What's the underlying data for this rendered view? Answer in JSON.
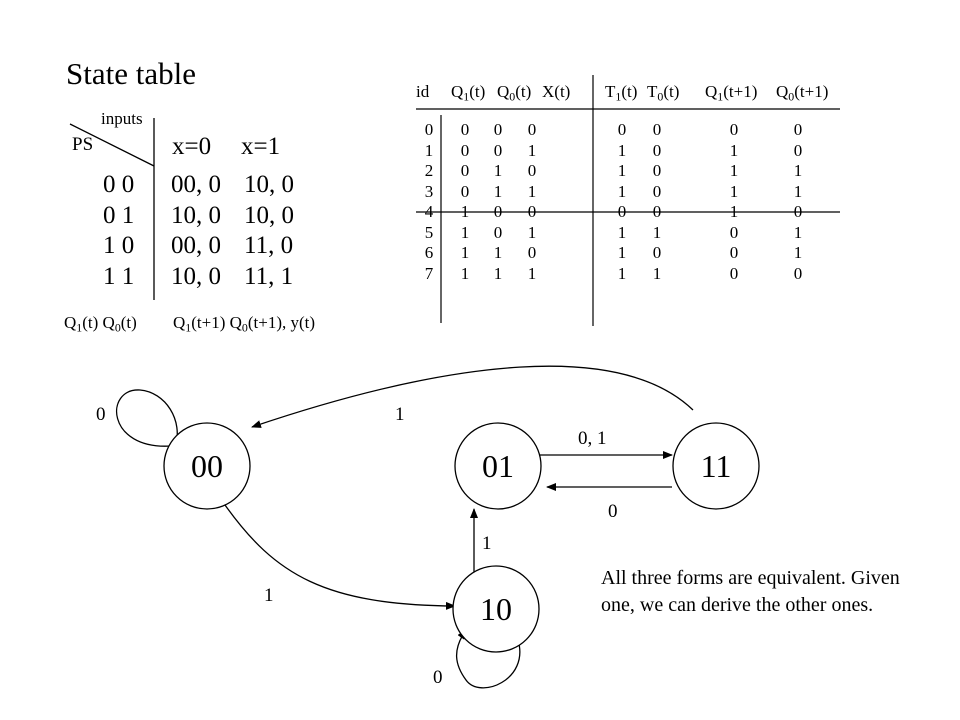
{
  "title": "State table",
  "state_table": {
    "corner_inputs": "inputs",
    "corner_ps": "PS",
    "col_headers": [
      "x=0",
      "x=1"
    ],
    "rows": [
      {
        "ps": "0 0",
        "x0": "00, 0",
        "x1": "10, 0"
      },
      {
        "ps": "0 1",
        "x0": "10, 0",
        "x1": "10, 0"
      },
      {
        "ps": "1 0",
        "x0": "00, 0",
        "x1": "11, 0"
      },
      {
        "ps": "1 1",
        "x0": "10, 0",
        "x1": "11, 1"
      }
    ],
    "legend_left": {
      "a": "Q",
      "a_sub": "1",
      "b": "(t) Q",
      "b_sub": "0",
      "c": "(t)"
    },
    "legend_right": {
      "a": "Q",
      "a_sub": "1",
      "b": "(t+1) Q",
      "b_sub": "0",
      "c": "(t+1), y(t)"
    }
  },
  "truth_table": {
    "headers": {
      "id": "id",
      "q1": {
        "main": "Q",
        "sub": "1",
        "rest": "(t)"
      },
      "q0": {
        "main": "Q",
        "sub": "0",
        "rest": "(t)"
      },
      "x": "X(t)",
      "t1": {
        "main": "T",
        "sub": "1",
        "rest": "(t)"
      },
      "t0": {
        "main": "T",
        "sub": "0",
        "rest": "(t)"
      },
      "nq1": {
        "main": "Q",
        "sub": "1",
        "rest": "(t+1)"
      },
      "nq0": {
        "main": "Q",
        "sub": "0",
        "rest": "(t+1)"
      }
    },
    "rows": [
      [
        "0",
        "0",
        "0",
        "0",
        "0",
        "0",
        "0",
        "0"
      ],
      [
        "1",
        "0",
        "0",
        "1",
        "1",
        "0",
        "1",
        "0"
      ],
      [
        "2",
        "0",
        "1",
        "0",
        "1",
        "0",
        "1",
        "1"
      ],
      [
        "3",
        "0",
        "1",
        "1",
        "1",
        "0",
        "1",
        "1"
      ],
      [
        "4",
        "1",
        "0",
        "0",
        "0",
        "0",
        "1",
        "0"
      ],
      [
        "5",
        "1",
        "0",
        "1",
        "1",
        "1",
        "0",
        "1"
      ],
      [
        "6",
        "1",
        "1",
        "0",
        "1",
        "0",
        "0",
        "1"
      ],
      [
        "7",
        "1",
        "1",
        "1",
        "1",
        "1",
        "0",
        "0"
      ]
    ]
  },
  "diagram": {
    "nodes": {
      "n00": "00",
      "n01": "01",
      "n11": "11",
      "n10": "10"
    },
    "edges": {
      "self00": "0",
      "e11_00": "1",
      "e01_11": "0, 1",
      "e11_01": "0",
      "e10_01": "1",
      "e00_10": "1",
      "self10": "0"
    }
  },
  "note": "All three forms are equivalent. Given one, we can derive the other ones."
}
